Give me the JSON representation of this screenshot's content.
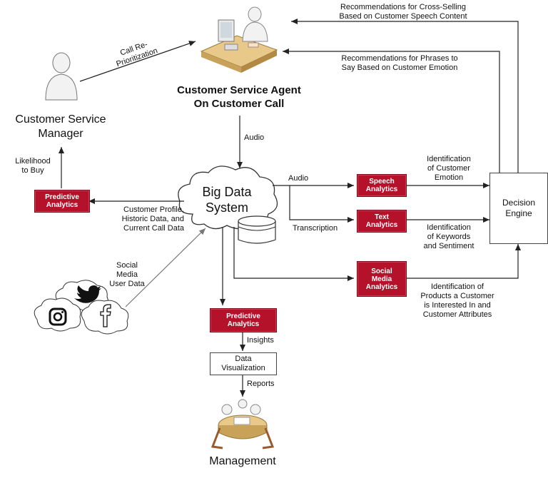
{
  "nodes": {
    "agent_title": [
      "Customer Service Agent",
      "On Customer Call"
    ],
    "manager_title": [
      "Customer Service",
      "Manager"
    ],
    "management_title": "Management",
    "big_data": [
      "Big Data",
      "System"
    ],
    "decision_engine": [
      "Decision",
      "Engine"
    ],
    "predictive_left": [
      "Predictive",
      "Analytics"
    ],
    "predictive_bottom": [
      "Predictive",
      "Analytics"
    ],
    "speech_analytics": [
      "Speech",
      "Analytics"
    ],
    "text_analytics": [
      "Text",
      "Analytics"
    ],
    "social_media_analytics": [
      "Social",
      "Media",
      "Analytics"
    ],
    "data_visualization": [
      "Data",
      "Visualization"
    ]
  },
  "edges": {
    "call_reprioritization": [
      "Call Re-",
      "Prioritization"
    ],
    "rec_cross_selling": [
      "Recommendations for Cross-Selling",
      "Based on Customer Speech Content"
    ],
    "rec_phrases": [
      "Recommendations for Phrases to",
      "Say Based on Customer Emotion"
    ],
    "audio_down": "Audio",
    "likelihood": [
      "Likelihood",
      "to Buy"
    ],
    "customer_profile": [
      "Customer Profile,",
      "Historic Data, and",
      "Current Call Data"
    ],
    "audio_right": "Audio",
    "transcription": "Transcription",
    "id_emotion": [
      "Identification",
      "of Customer",
      "Emotion"
    ],
    "id_keywords": [
      "Identification",
      "of Keywords",
      "and Sentiment"
    ],
    "id_products": [
      "Identification of",
      "Products a Customer",
      "is Interested In and",
      "Customer Attributes"
    ],
    "social_user_data": [
      "Social",
      "Media",
      "User Data"
    ],
    "insights": "Insights",
    "reports": "Reports"
  },
  "colors": {
    "analytics_box": "#b3122a",
    "arrow": "#222222",
    "social_arrow": "#888888"
  },
  "icons": [
    "agent-desk-icon",
    "manager-person-icon",
    "cloud-icon",
    "database-icon",
    "twitter-icon",
    "instagram-icon",
    "facebook-icon",
    "management-meeting-icon"
  ]
}
